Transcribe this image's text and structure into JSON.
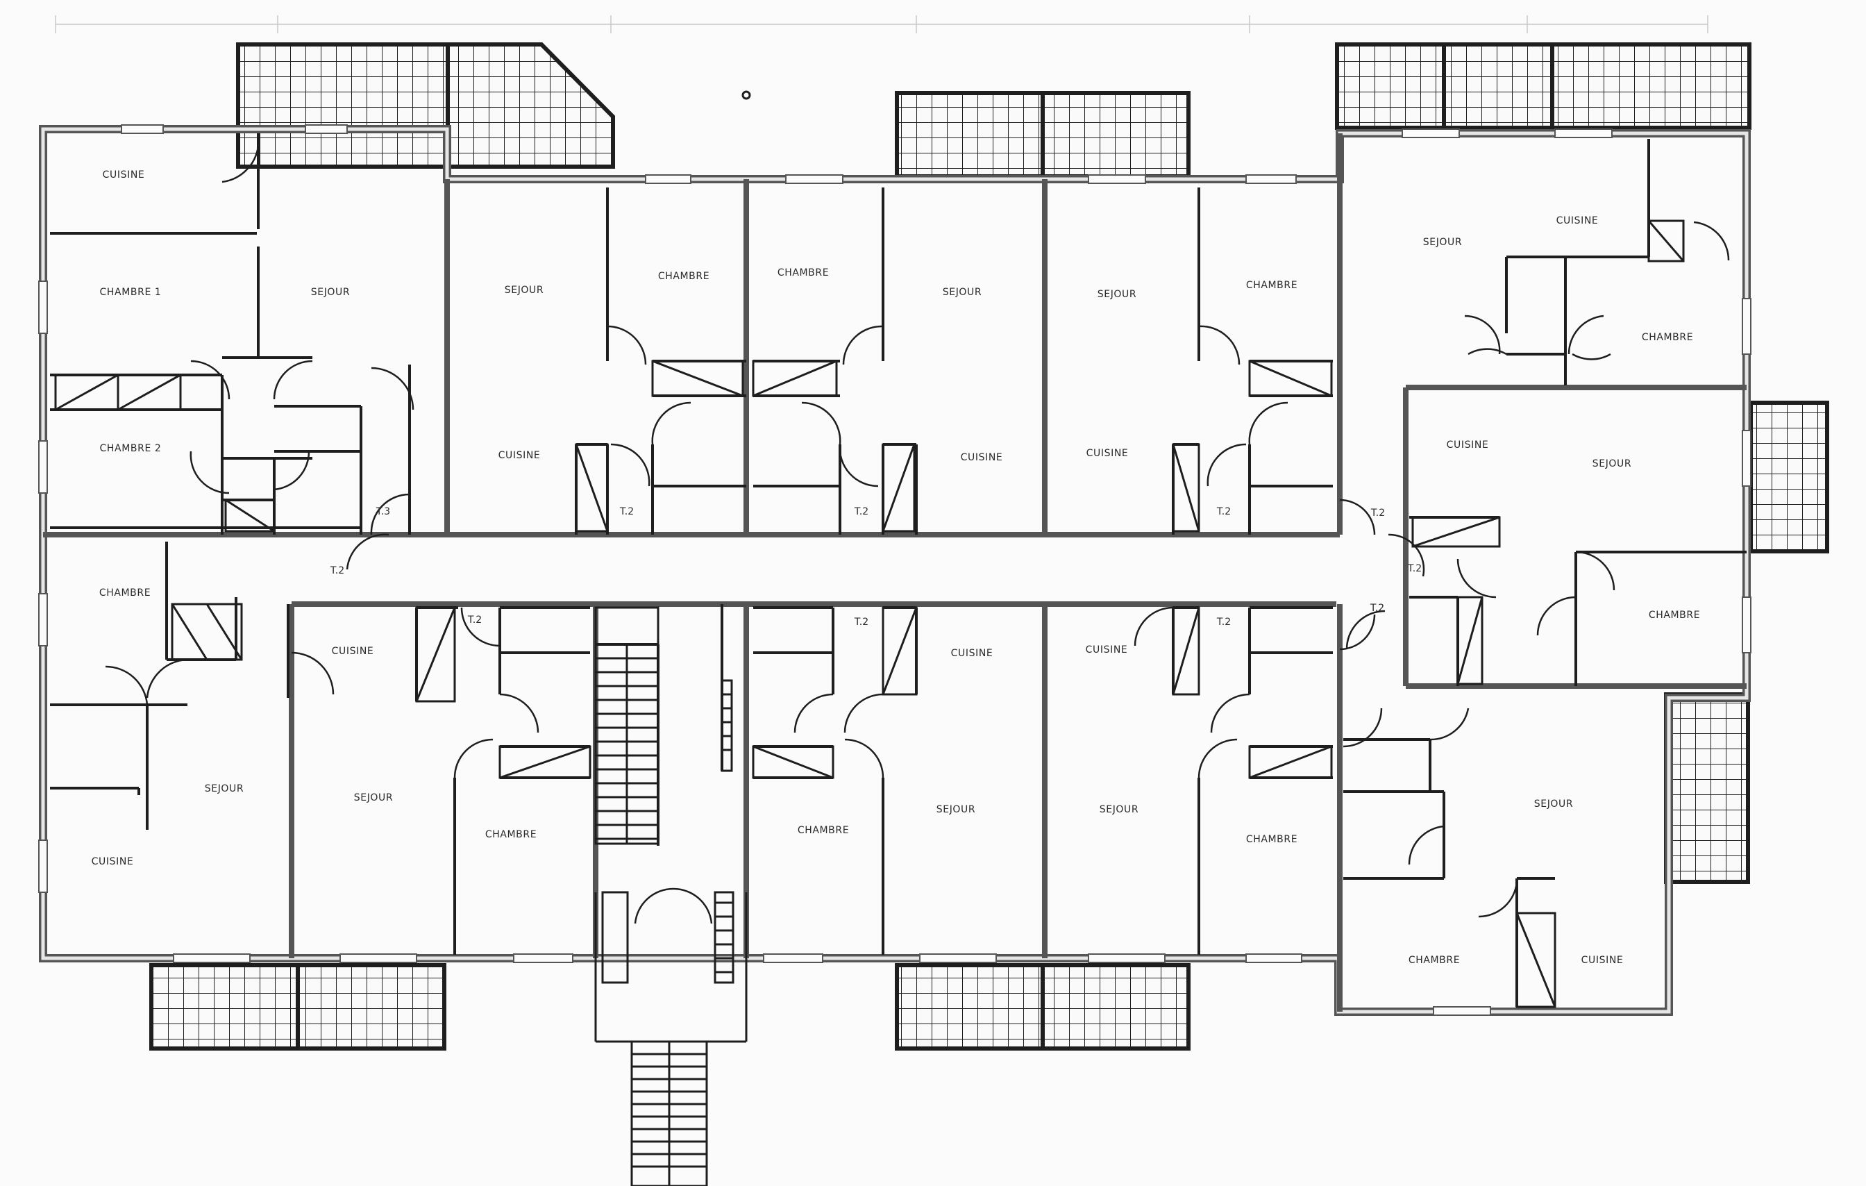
{
  "colors": {
    "paper": "#fbfbfb",
    "wall": "#555555",
    "wall_fill": "#e6e6e6",
    "ink": "#1e1e1e",
    "text": "#2a2a2a"
  },
  "rooms": [
    {
      "id": "cuisine-nw",
      "label": "CUISINE"
    },
    {
      "id": "chambre-1",
      "label": "CHAMBRE 1"
    },
    {
      "id": "sejour-nw",
      "label": "SEJOUR"
    },
    {
      "id": "chambre-2",
      "label": "CHAMBRE 2"
    },
    {
      "id": "sejour-n2",
      "label": "SEJOUR"
    },
    {
      "id": "chambre-n2",
      "label": "CHAMBRE"
    },
    {
      "id": "cuisine-n2",
      "label": "CUISINE"
    },
    {
      "id": "chambre-n3",
      "label": "CHAMBRE"
    },
    {
      "id": "sejour-n3",
      "label": "SEJOUR"
    },
    {
      "id": "cuisine-n3",
      "label": "CUISINE"
    },
    {
      "id": "sejour-n4",
      "label": "SEJOUR"
    },
    {
      "id": "chambre-n4",
      "label": "CHAMBRE"
    },
    {
      "id": "cuisine-n4",
      "label": "CUISINE"
    },
    {
      "id": "sejour-ne",
      "label": "SEJOUR"
    },
    {
      "id": "cuisine-ne",
      "label": "CUISINE"
    },
    {
      "id": "chambre-ne",
      "label": "CHAMBRE"
    },
    {
      "id": "cuisine-e",
      "label": "CUISINE"
    },
    {
      "id": "sejour-e",
      "label": "SEJOUR"
    },
    {
      "id": "chambre-e",
      "label": "CHAMBRE"
    },
    {
      "id": "chambre-sw",
      "label": "CHAMBRE"
    },
    {
      "id": "sejour-sw",
      "label": "SEJOUR"
    },
    {
      "id": "cuisine-sw",
      "label": "CUISINE"
    },
    {
      "id": "cuisine-s2",
      "label": "CUISINE"
    },
    {
      "id": "sejour-s2",
      "label": "SEJOUR"
    },
    {
      "id": "chambre-s2",
      "label": "CHAMBRE"
    },
    {
      "id": "chambre-s3",
      "label": "CHAMBRE"
    },
    {
      "id": "cuisine-s3",
      "label": "CUISINE"
    },
    {
      "id": "sejour-s3",
      "label": "SEJOUR"
    },
    {
      "id": "cuisine-s4",
      "label": "CUISINE"
    },
    {
      "id": "sejour-s4",
      "label": "SEJOUR"
    },
    {
      "id": "chambre-s4",
      "label": "CHAMBRE"
    },
    {
      "id": "sejour-se",
      "label": "SEJOUR"
    },
    {
      "id": "chambre-se",
      "label": "CHAMBRE"
    },
    {
      "id": "cuisine-se",
      "label": "CUISINE"
    }
  ],
  "units": [
    {
      "id": "unit-nw",
      "label": "T.3"
    },
    {
      "id": "unit-n2",
      "label": "T.2"
    },
    {
      "id": "unit-n3",
      "label": "T.2"
    },
    {
      "id": "unit-n4",
      "label": "T.2"
    },
    {
      "id": "unit-ne",
      "label": "T.2"
    },
    {
      "id": "unit-w",
      "label": "T.2"
    },
    {
      "id": "unit-e",
      "label": "T.2"
    },
    {
      "id": "unit-s2",
      "label": "T.2"
    },
    {
      "id": "unit-s3",
      "label": "T.2"
    },
    {
      "id": "unit-s4",
      "label": "T.2"
    },
    {
      "id": "unit-se",
      "label": "T.2"
    }
  ]
}
